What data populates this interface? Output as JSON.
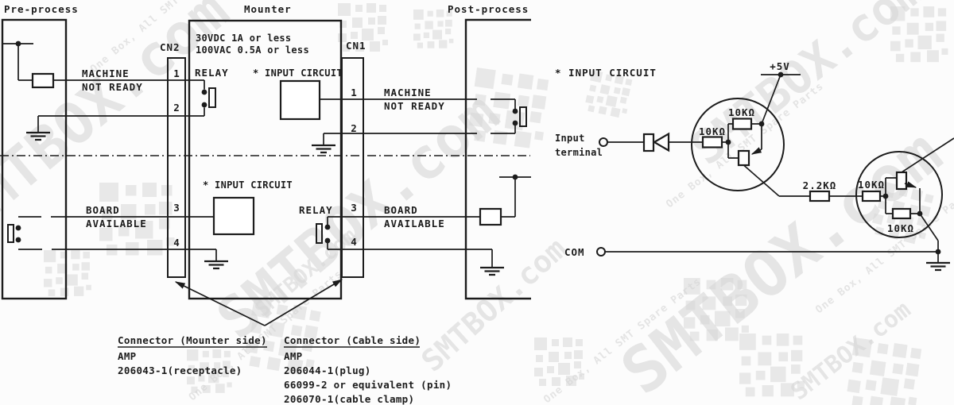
{
  "watermark": {
    "brand": "SMTBOX.com",
    "tagline": "One Box, All SMT Spare Parts"
  },
  "pre_process": {
    "title": "Pre-process"
  },
  "post_process": {
    "title": "Post-process"
  },
  "mounter": {
    "title": "Mounter",
    "rating1": "30VDC 1A or less",
    "rating2": "100VAC 0.5A or less",
    "cn2_label": "CN2",
    "cn1_label": "CN1",
    "relay_top": "RELAY",
    "relay_bottom": "RELAY",
    "input_circuit_top": "* INPUT CIRCUIT",
    "input_circuit_bottom": "* INPUT CIRCUIT",
    "cn2_pins": [
      "1",
      "2",
      "3",
      "4"
    ],
    "cn1_pins": [
      "1",
      "2",
      "3",
      "4"
    ]
  },
  "signals": {
    "machine_1": "MACHINE",
    "machine_2": "NOT READY",
    "board_1": "BOARD",
    "board_2": "AVAILABLE"
  },
  "connector_notes": {
    "mounter_side": {
      "heading": "Connector (Mounter side)",
      "lines": [
        "AMP",
        "206043-1(receptacle)"
      ]
    },
    "cable_side": {
      "heading": "Connector (Cable side)",
      "lines": [
        "AMP",
        "206044-1(plug)",
        "66099-2 or equivalent (pin)",
        "206070-1(cable clamp)"
      ]
    }
  },
  "input_circuit": {
    "title": "* INPUT CIRCUIT",
    "supply": "+5V",
    "input_label1": "Input",
    "input_label2": "terminal",
    "com": "COM",
    "r_series_in": "10KΩ",
    "r_top1": "10KΩ",
    "r_link": "2.2KΩ",
    "r_in2": "10KΩ",
    "r_low2": "10KΩ"
  }
}
